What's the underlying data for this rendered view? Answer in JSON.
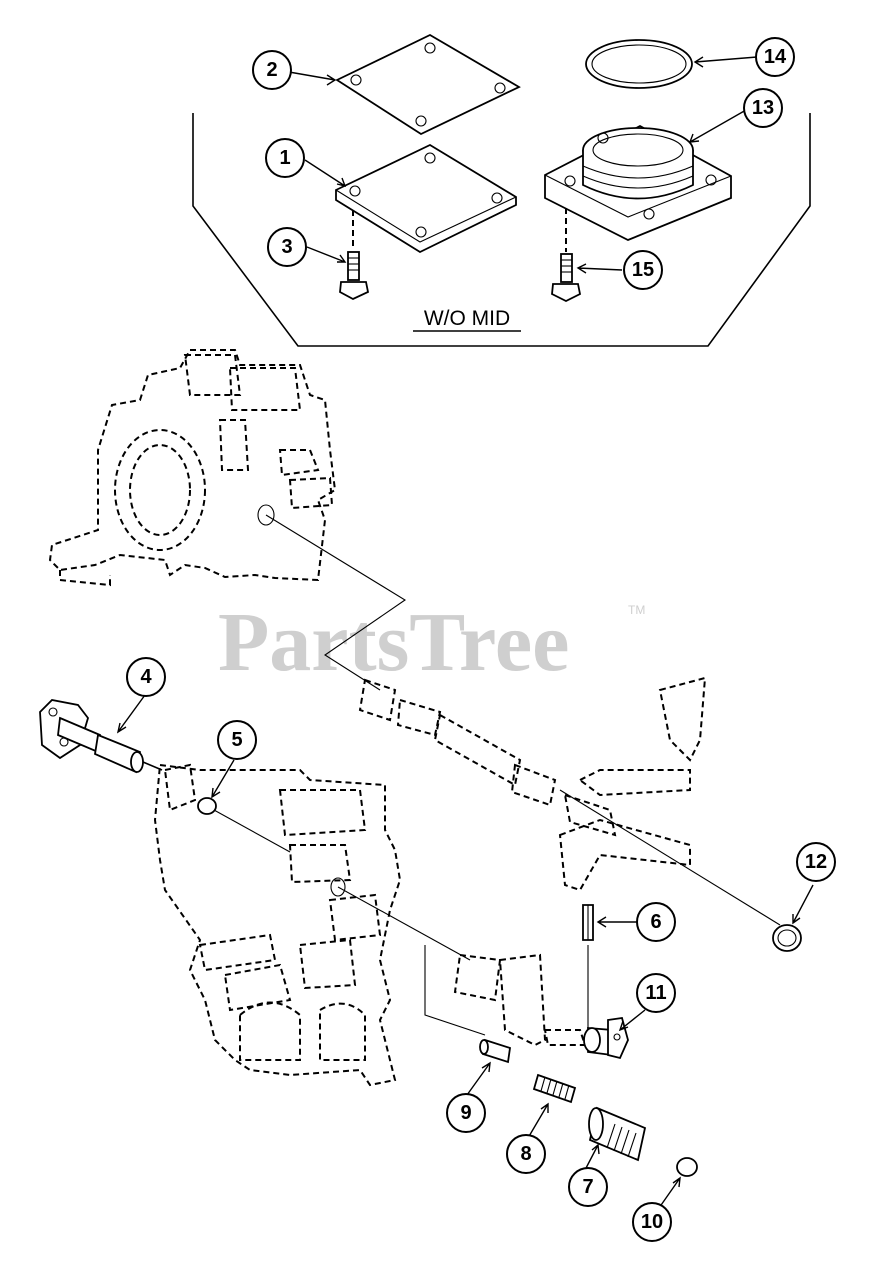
{
  "watermark": {
    "text": "PartsTree",
    "trademark": "TM"
  },
  "panel": {
    "label": "W/O MID"
  },
  "callouts": [
    {
      "id": "2",
      "label": "2"
    },
    {
      "id": "14",
      "label": "14"
    },
    {
      "id": "13",
      "label": "13"
    },
    {
      "id": "1",
      "label": "1"
    },
    {
      "id": "3",
      "label": "3"
    },
    {
      "id": "15",
      "label": "15"
    },
    {
      "id": "4",
      "label": "4"
    },
    {
      "id": "5",
      "label": "5"
    },
    {
      "id": "12",
      "label": "12"
    },
    {
      "id": "6",
      "label": "6"
    },
    {
      "id": "11",
      "label": "11"
    },
    {
      "id": "9",
      "label": "9"
    },
    {
      "id": "8",
      "label": "8"
    },
    {
      "id": "7",
      "label": "7"
    },
    {
      "id": "10",
      "label": "10"
    }
  ]
}
